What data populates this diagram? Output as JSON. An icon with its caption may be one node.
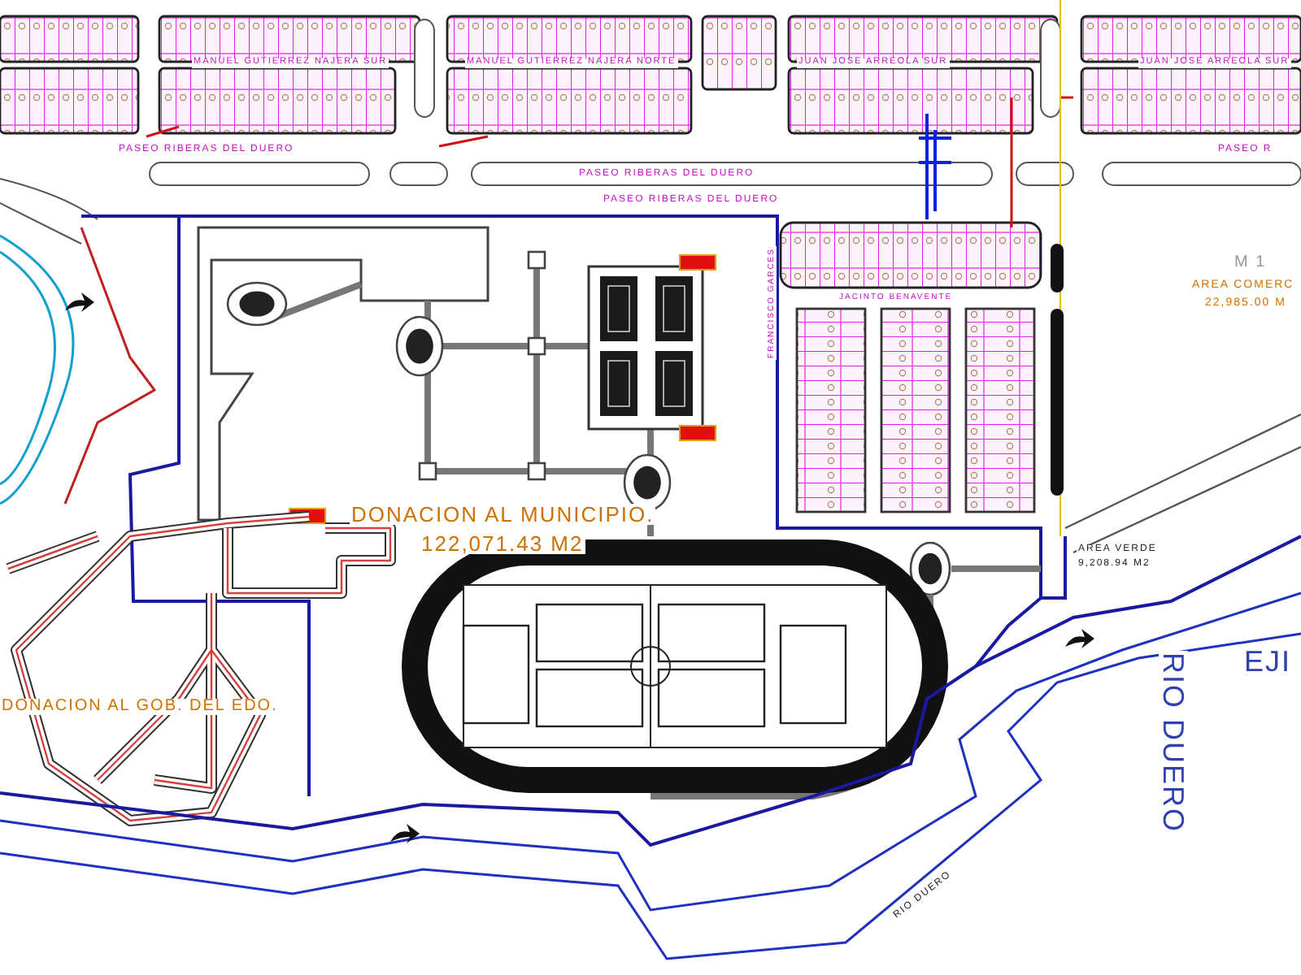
{
  "diagram": {
    "labels": [
      "MANUEL GUTIERREZ NAJERA SUR",
      "MANUEL GUTIERREZ NAJERA NORTE",
      "JUAN JOSE ARREOLA SUR",
      "JUAN JOSE ARREOLA SUR",
      "PASEO RIBERAS DEL DUERO",
      "PASEO RIBERAS DEL DUERO",
      "PASEO RIBERAS DEL DUERO",
      "PASEO R",
      "M 1",
      "AREA COMERC",
      "22,985.00 M",
      "FRANCISCO GARCES",
      "JACINTO BENAVENTE",
      "DONACION AL MUNICIPIO.",
      "122,071.43 M2",
      "DONACION AL GOB. DEL EDO.",
      "AREA VERDE",
      "9,208.94 M2",
      "EJI",
      "RIO DUERO",
      "RIO DUERO"
    ]
  }
}
